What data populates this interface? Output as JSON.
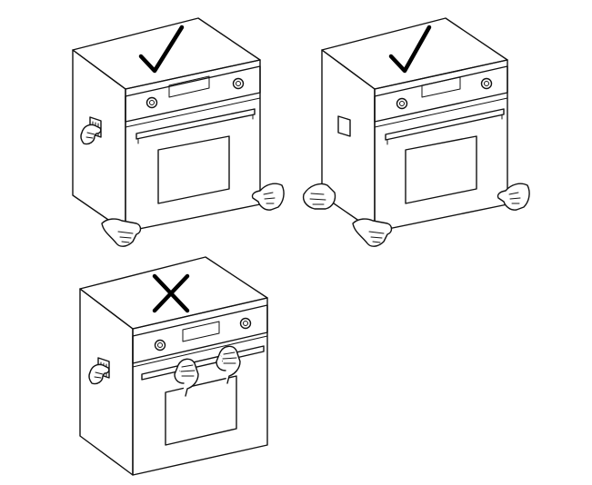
{
  "figure": {
    "panels": [
      {
        "id": "lift-side-and-bottom",
        "verdict": "correct",
        "icon": "check-mark-icon"
      },
      {
        "id": "lift-both-sides",
        "verdict": "correct",
        "icon": "check-mark-icon"
      },
      {
        "id": "lift-by-door-handle",
        "verdict": "incorrect",
        "icon": "cross-mark-icon"
      }
    ],
    "colors": {
      "line": "#111111",
      "background": "#ffffff"
    }
  }
}
